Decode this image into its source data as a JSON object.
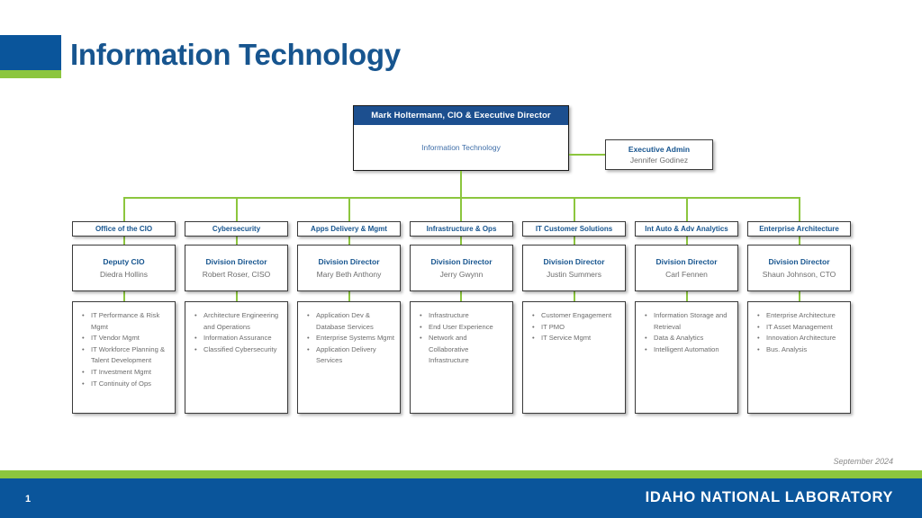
{
  "header": {
    "title": "Information Technology",
    "logo_blue": "#0a559b",
    "logo_green": "#8cc63e"
  },
  "root": {
    "title": "Mark Holtermann, CIO & Executive Director",
    "subtitle": "Information Technology"
  },
  "executive_admin": {
    "title": "Executive Admin",
    "name": "Jennifer Godinez"
  },
  "columns": [
    {
      "header": "Office of the CIO",
      "role": "Deputy CIO",
      "name": "Diedra Hollins",
      "items": [
        "IT Performance & Risk Mgmt",
        "IT Vendor Mgmt",
        "IT Workforce Planning & Talent Development",
        "IT Investment Mgmt",
        "IT Continuity of Ops"
      ]
    },
    {
      "header": "Cybersecurity",
      "role": "Division Director",
      "name": "Robert Roser, CISO",
      "items": [
        "Architecture Engineering and Operations",
        "Information Assurance",
        "Classified Cybersecurity"
      ]
    },
    {
      "header": "Apps Delivery & Mgmt",
      "role": "Division Director",
      "name": "Mary Beth Anthony",
      "items": [
        "Application Dev & Database Services",
        "Enterprise Systems Mgmt",
        "Application Delivery Services"
      ]
    },
    {
      "header": "Infrastructure & Ops",
      "role": "Division Director",
      "name": "Jerry Gwynn",
      "items": [
        "Infrastructure",
        "End User Experience",
        "Network and Collaborative Infrastructure"
      ]
    },
    {
      "header": "IT Customer Solutions",
      "role": "Division Director",
      "name": "Justin Summers",
      "items": [
        "Customer Engagement",
        "IT PMO",
        "IT Service Mgmt"
      ]
    },
    {
      "header": "Int Auto & Adv Analytics",
      "role": "Division Director",
      "name": "Carl Fennen",
      "items": [
        "Information Storage and Retrieval",
        "Data & Analytics",
        "Intelligent Automation"
      ]
    },
    {
      "header": "Enterprise Architecture",
      "role": "Division Director",
      "name": "Shaun Johnson, CTO",
      "items": [
        "Enterprise Architecture",
        "IT Asset Management",
        "Innovation Architecture",
        "Bus. Analysis"
      ]
    }
  ],
  "footer": {
    "date": "September 2024",
    "slide_number": "1",
    "organization": "IDAHO NATIONAL LABORATORY",
    "green": "#8cc63e",
    "blue": "#0a559b"
  }
}
